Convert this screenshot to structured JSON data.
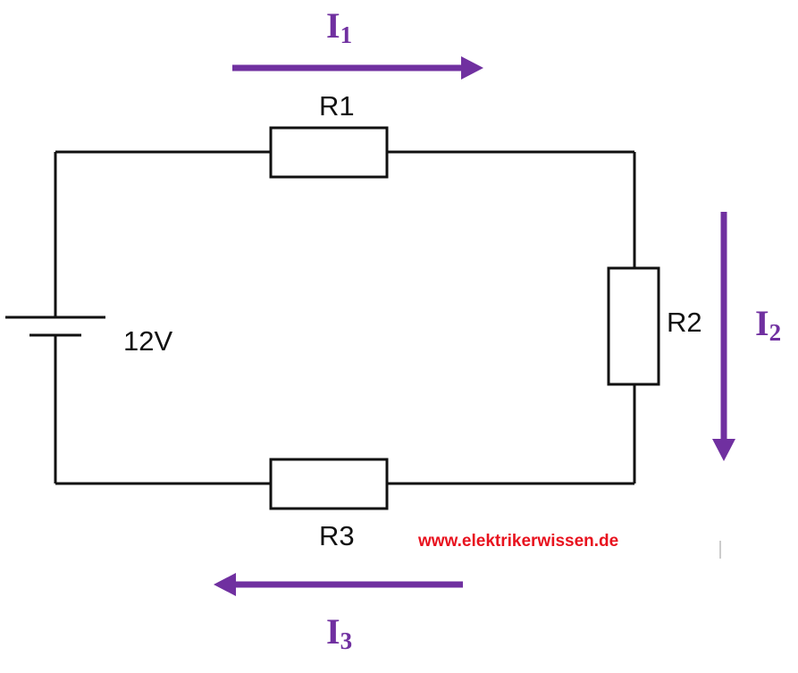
{
  "circuit": {
    "source": {
      "label": "12V"
    },
    "resistors": [
      {
        "id": "R1",
        "label": "R1"
      },
      {
        "id": "R2",
        "label": "R2"
      },
      {
        "id": "R3",
        "label": "R3"
      }
    ],
    "currents": [
      {
        "id": "I1",
        "main": "I",
        "sub": "1"
      },
      {
        "id": "I2",
        "main": "I",
        "sub": "2"
      },
      {
        "id": "I3",
        "main": "I",
        "sub": "3"
      }
    ]
  },
  "watermark": "www.elektrikerwissen.de",
  "colors": {
    "arrow": "#7030A0",
    "wire": "#111111",
    "watermark": "#e8121e"
  }
}
